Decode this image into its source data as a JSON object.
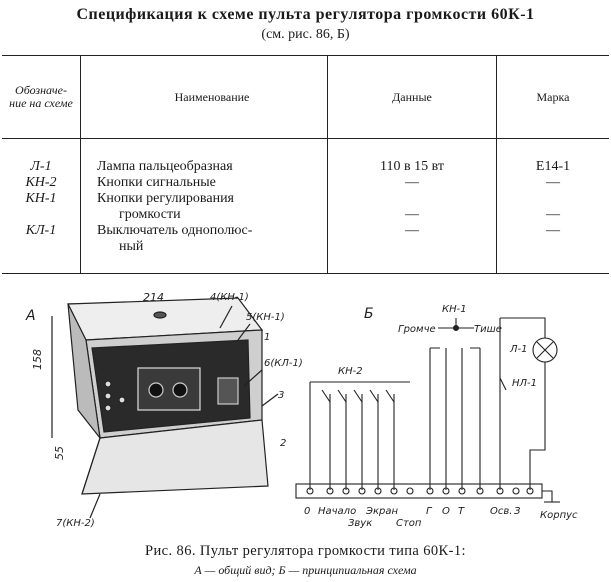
{
  "header": {
    "title": "Спецификация к схеме пульта регулятора громкости 60К-1",
    "subtitle": "(см. рис. 86, Б)"
  },
  "table": {
    "columns": [
      "Обозначе-ние на схеме",
      "Наименование",
      "Данные",
      "Марка"
    ],
    "rows": [
      {
        "designation": "Л-1",
        "name": [
          "Лампа пальцеобразная"
        ],
        "data": "110 в 15 вт",
        "mark": "Е14-1"
      },
      {
        "designation": "КН-2",
        "name": [
          "Кнопки сигнальные"
        ],
        "data": "—",
        "mark": "—"
      },
      {
        "designation": "КН-1",
        "name": [
          "Кнопки регулирования",
          "громкости"
        ],
        "data": "—",
        "mark": "—"
      },
      {
        "designation": "КЛ-1",
        "name": [
          "Выключатель однополюс-",
          "ный"
        ],
        "data": "—",
        "mark": "—"
      }
    ]
  },
  "figure": {
    "panel_a": {
      "letter": "А",
      "dim_width": "214",
      "dim_height": "158",
      "dim_depth": "55",
      "callouts": [
        "4(КН-1)",
        "5(КН-1)",
        "1",
        "6(КЛ-1)",
        "3",
        "2",
        "7(КН-2)"
      ]
    },
    "panel_b": {
      "letter": "Б",
      "kn1": "КН-1",
      "louder": "Громче",
      "quieter": "Тише",
      "kn2": "КН-2",
      "lamp": "Л-1",
      "switch": "НЛ-1",
      "ground": "Корпус",
      "terminals": [
        "0",
        "Начало",
        "Звук",
        "Экран",
        "Стоп",
        "Г",
        "О",
        "Т",
        "Осв.",
        "З"
      ]
    }
  },
  "caption": {
    "main": "Рис. 86. Пульт регулятора громкости типа 60К-1:",
    "sub": "А — общий вид; Б — принципиальная схема"
  }
}
